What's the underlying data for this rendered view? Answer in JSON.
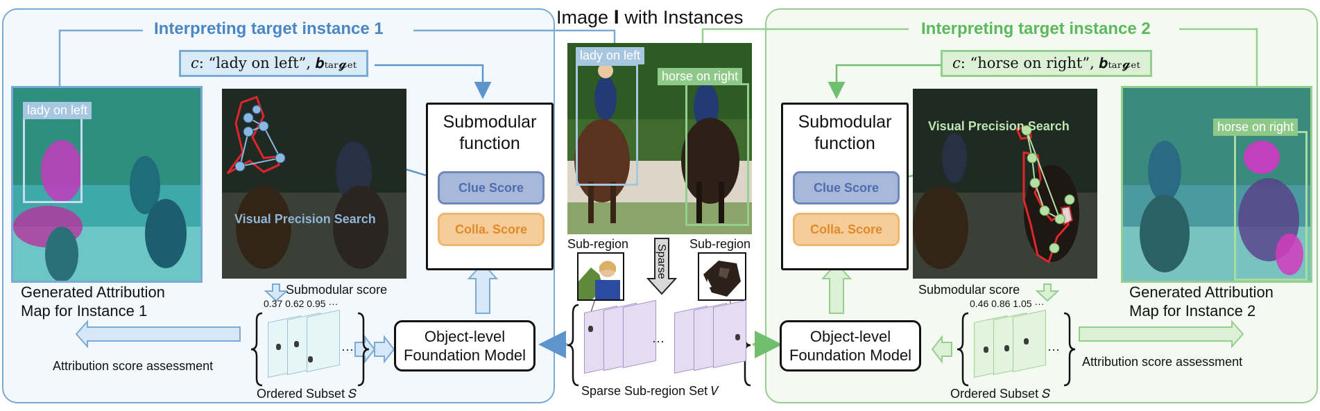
{
  "center_title": "Image 𝐈 with Instances",
  "left": {
    "title": "Interpreting target instance 1",
    "query": "𝑐: “lady on left”, 𝒃ₜₐᵣ𝓰ₑₜ",
    "map_tag": "lady on left",
    "map_caption_1": "Generated Attribution",
    "map_caption_2": "Map for Instance 1",
    "search_label": "Visual Precision Search",
    "submodular_score_label": "Submodular score",
    "scores": "0.37  0.62  0.95   ···",
    "assessment_label": "Attribution score assessment",
    "subset_label": "Ordered Subset 𝑆",
    "ellipsis": "···"
  },
  "right": {
    "title": "Interpreting target instance 2",
    "query": "𝑐: “horse on right”, 𝒃ₜₐᵣ𝓰ₑₜ",
    "map_tag": "horse on right",
    "map_caption_1": "Generated Attribution",
    "map_caption_2": "Map for Instance 2",
    "search_label": "Visual Precision Search",
    "submodular_score_label": "Submodular score",
    "scores": "0.46  0.86  1.05   ···",
    "assessment_label": "Attribution score assessment",
    "subset_label": "Ordered Subset 𝑆",
    "ellipsis": "···"
  },
  "submodular": {
    "head_1": "Submodular",
    "head_2": "function",
    "clue": "Clue Score",
    "colla": "Colla. Score"
  },
  "olfm": {
    "line_1": "Object-level",
    "line_2": "Foundation Model"
  },
  "center": {
    "tag_left": "lady on left",
    "tag_right": "horse on right",
    "subregion_1": "Sub-region",
    "subregion_2": "Sub-region",
    "sparse": "Sparse",
    "set_label": "Sparse Sub-region Set 𝑉",
    "ellipsis": "···"
  },
  "colors": {
    "blue": "#7aaad3",
    "green": "#95cf8e",
    "title_blue": "#4a86c4",
    "title_green": "#5cb85c"
  }
}
